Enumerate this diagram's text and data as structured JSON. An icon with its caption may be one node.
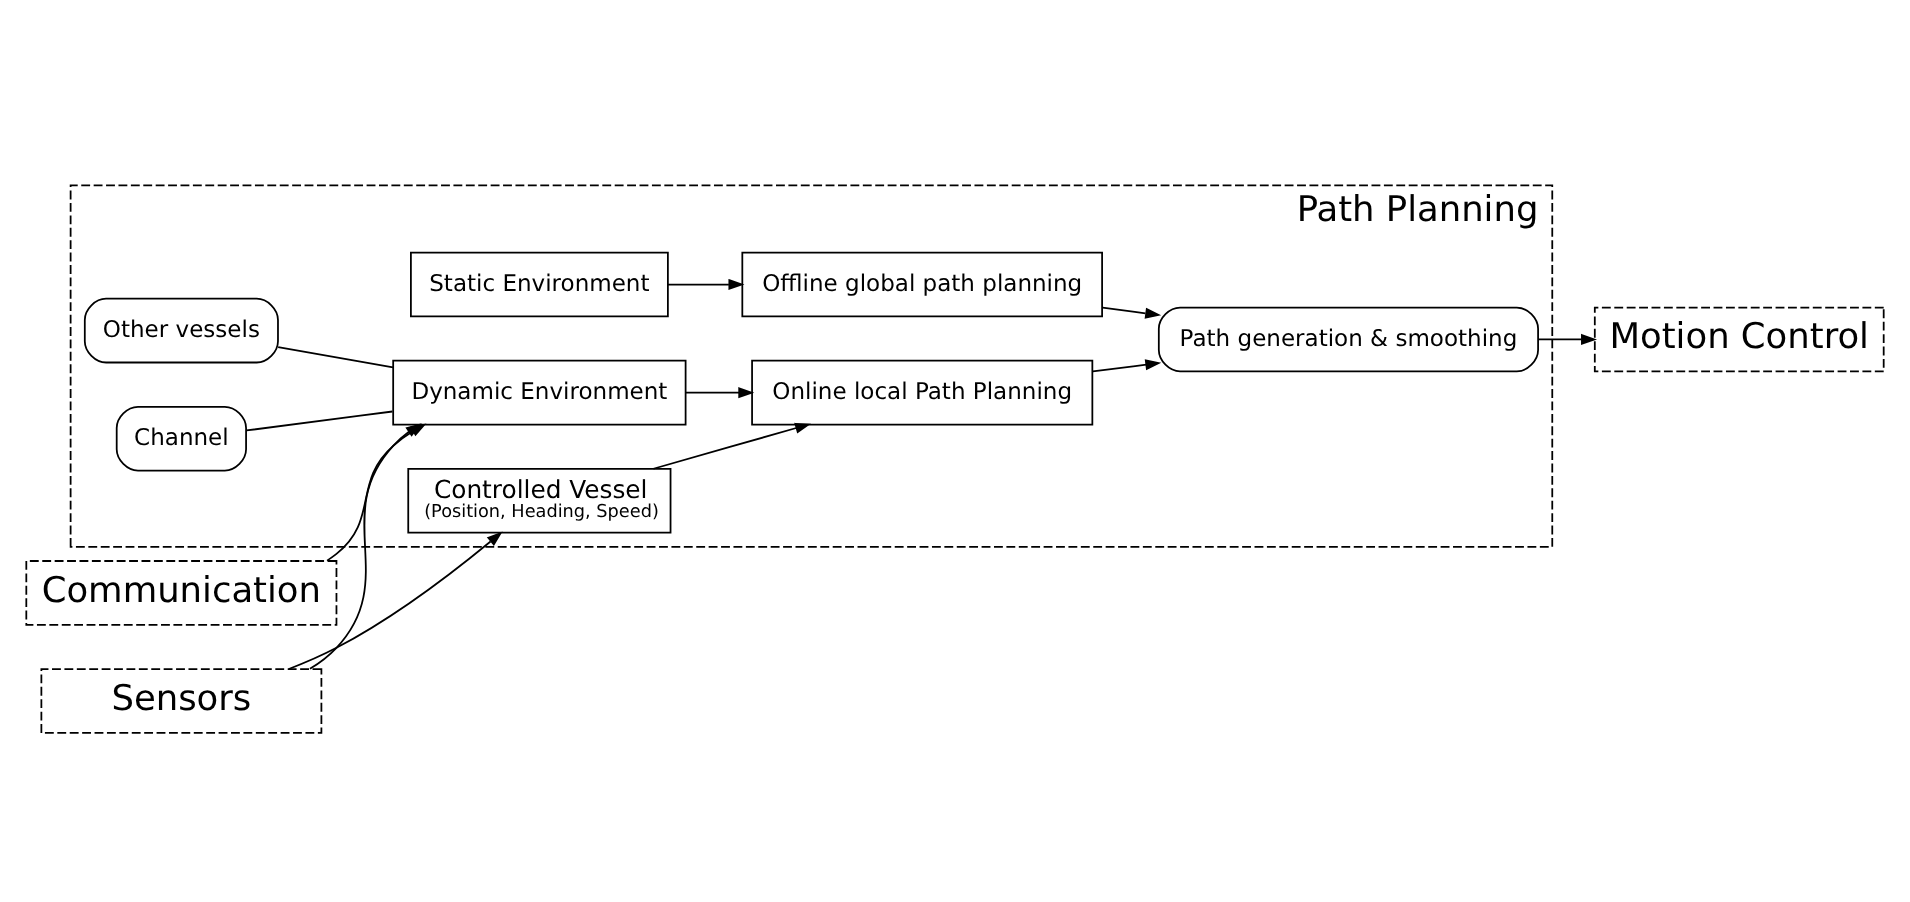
{
  "diagram": {
    "nodes": [
      {
        "text": [
          "Path Planning"
        ]
      },
      {
        "text": [
          "Static Environment"
        ],
        "in": 0
      },
      {
        "text": [
          "Offline global path planning"
        ],
        "in": 0
      },
      {
        "text": [
          "Controlled Vessel",
          "(Position, Heading, Speed)"
        ],
        "in": 0
      },
      {
        "text": [
          "Dynamic Environment"
        ],
        "in": 0
      },
      {
        "text": [
          "Online local Path Planning"
        ],
        "in": 0
      },
      {
        "text": [
          "Path generation & smoothing"
        ],
        "in": 0
      },
      {
        "text": [
          "Other vessels"
        ],
        "in": 0
      },
      {
        "text": [
          "Channel"
        ],
        "in": 0
      },
      {
        "text": [
          "Sensors"
        ]
      },
      {
        "text": [
          "Motion Control"
        ]
      },
      {
        "text": [
          "Communication"
        ]
      }
    ],
    "edges": [
      {
        "from": 1,
        "to": 2,
        "arrow": "to"
      },
      {
        "from": 2,
        "to": 6,
        "arrow": "to"
      },
      {
        "from": 9,
        "to": 3,
        "arrow": "to"
      },
      {
        "from": 9,
        "to": 4,
        "arrow": "to"
      },
      {
        "from": 3,
        "to": 5,
        "arrow": "to"
      },
      {
        "from": 4,
        "to": 5,
        "arrow": "to"
      },
      {
        "from": 5,
        "to": 6,
        "arrow": "to"
      },
      {
        "from": 6,
        "to": 10,
        "arrow": "to"
      },
      {
        "from": 7,
        "to": 4,
        "arrow": "none"
      },
      {
        "from": 8,
        "to": 4,
        "arrow": "none"
      },
      {
        "from": 11,
        "to": 4,
        "arrow": "to"
      }
    ]
  }
}
